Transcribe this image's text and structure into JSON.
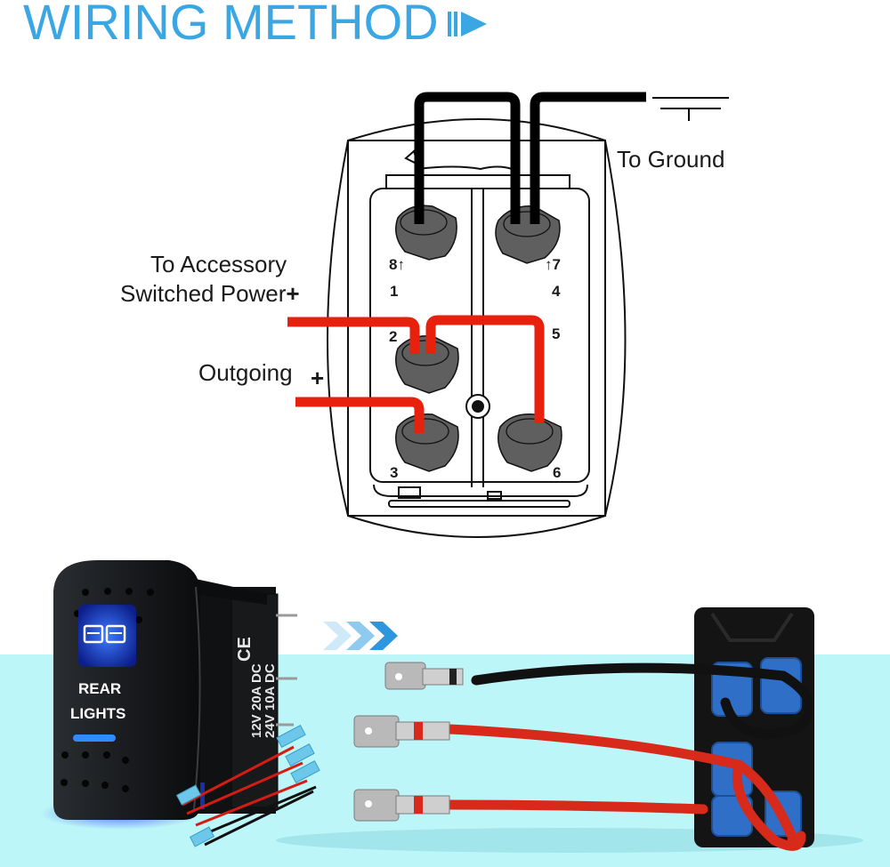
{
  "header": {
    "title": "WIRING METHOD",
    "title_icon": "play-arrow-icon",
    "accent_color": "#3aa7e4"
  },
  "diagram": {
    "labels": {
      "ground": "To Ground",
      "accessory_line1": "To Accessory",
      "accessory_line2": "Switched Power",
      "accessory_plus": "+",
      "outgoing": "Outgoing",
      "outgoing_plus": "+"
    },
    "pins": {
      "p8": "8↑",
      "p7": "↑7",
      "p1": "1",
      "p4": "4",
      "p2": "2",
      "p5": "5",
      "p3": "3",
      "p6": "6"
    },
    "wire_colors": {
      "ground": "#000000",
      "power": "#e8210f"
    },
    "terminal_color": "#5f5f5f"
  },
  "product": {
    "rocker_label_line1": "REAR",
    "rocker_label_line2": "LIGHTS",
    "ce_mark": "CE",
    "rating_line1": "12V 20A DC",
    "rating_line2": "24V 10A DC",
    "arrow_icon": "chevron-triple-right-icon",
    "bg_color": "#bdf6f8",
    "led_color": "#1e5bff"
  }
}
